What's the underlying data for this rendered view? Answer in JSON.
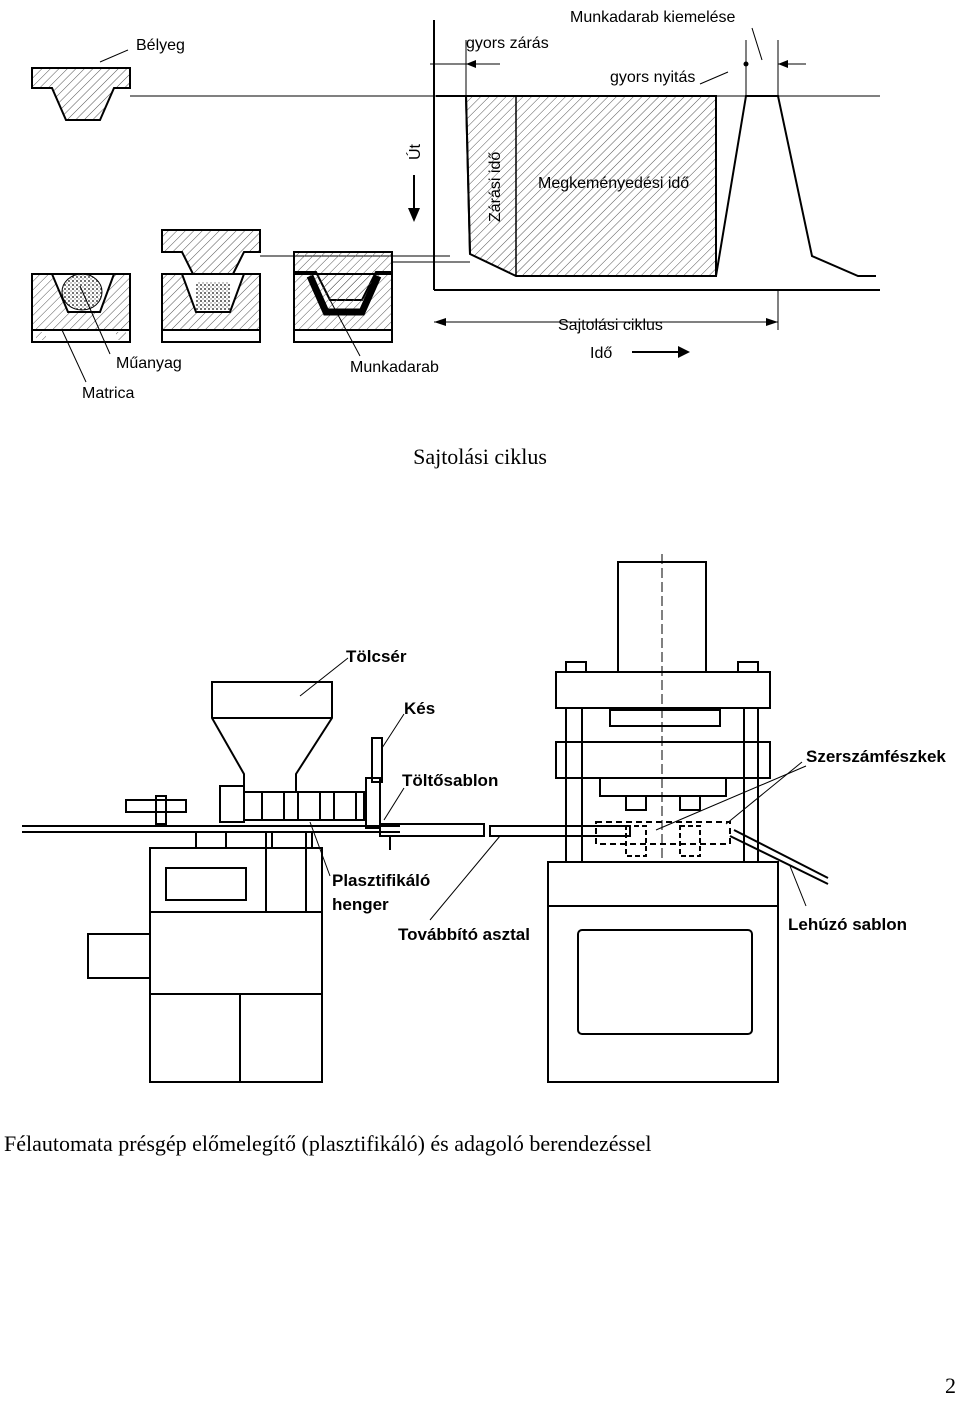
{
  "figure1": {
    "labels": {
      "belyeg": "Bélyeg",
      "gyors_zaras": "gyors zárás",
      "munkadarab_kiemelese": "Munkadarab kiemelése",
      "gyors_nyitas": "gyors nyitás",
      "ut": "Út",
      "zarasi_ido": "Zárási idő",
      "megkemenyedesi_ido": "Megkeményedési idő",
      "sajtolasi_ciklus": "Sajtolási ciklus",
      "ido": "Idő",
      "muanyag": "Műanyag",
      "matrica": "Matrica",
      "munkadarab": "Munkadarab"
    },
    "caption": "Sajtolási ciklus"
  },
  "figure2": {
    "labels": {
      "tolcser": "Tölcsér",
      "kes": "Kés",
      "toltosablon": "Töltősablon",
      "szerszamfeszkek": "Szerszámfészkek",
      "plasztifikalo_1": "Plasztifikáló",
      "plasztifikalo_2": "henger",
      "tovabbito_asztal": "Továbbító asztal",
      "lehuzo_sablon": "Lehúzó sablon"
    },
    "caption": "Félautomata présgép előmelegítő (plasztifikáló) és adagoló berendezéssel"
  },
  "page_number": "2"
}
